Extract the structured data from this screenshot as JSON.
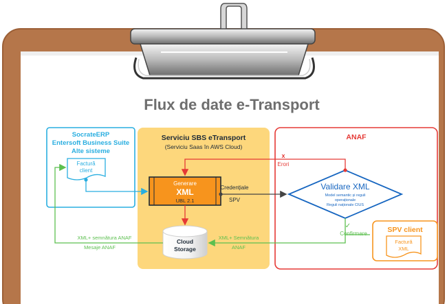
{
  "title": "Flux de date e-Transport",
  "source_box": {
    "lines": [
      "SocrateERP",
      "Entersoft Business Suite",
      "Alte sisteme"
    ],
    "doc_lines": [
      "Factură",
      "client"
    ]
  },
  "service_box": {
    "title": "Serviciu SBS eTransport",
    "subtitle": "(Serviciu Saas în AWS Cloud)",
    "generate": {
      "line1": "Generare",
      "line2": "XML",
      "line3": "UBL 2.1"
    },
    "storage": {
      "line1": "Cloud",
      "line2": "Storage"
    }
  },
  "anaf_box": {
    "title": "ANAF",
    "validation": {
      "title": "Validare XML",
      "lines": [
        "Model semantic și reguli",
        "operaționale",
        "Reguli naționale CIUS"
      ]
    },
    "spv": {
      "title": "SPV client",
      "doc_lines": [
        "Factură",
        "XML"
      ]
    }
  },
  "labels": {
    "errors_mark": "x",
    "errors": "Erori",
    "credentials": [
      "Credențiale",
      "SPV"
    ],
    "confirm_mark": "✓",
    "confirm": "Confirmare",
    "to_erp": [
      "XML+ semnătura ANAF",
      "Mesaje  ANAF"
    ],
    "to_storage": [
      "XML+ Semnătura",
      "ANAF"
    ]
  },
  "colors": {
    "clipboard": "#b5764a",
    "clipboard_edge": "#9c5f36",
    "paper": "#ffffff",
    "title": "#6e6e6e",
    "blue": "#29aee0",
    "yellow_fill": "#fdd77c",
    "orange": "#f7941d",
    "red": "#e53935",
    "diamond": "#1565c0",
    "green": "#5cbf4f",
    "dark": "#1d2a37",
    "gray_arrow": "#555555"
  },
  "icons": [
    "binder-clip-icon",
    "document-icon",
    "database-icon",
    "checkmark-icon",
    "error-x-icon"
  ]
}
